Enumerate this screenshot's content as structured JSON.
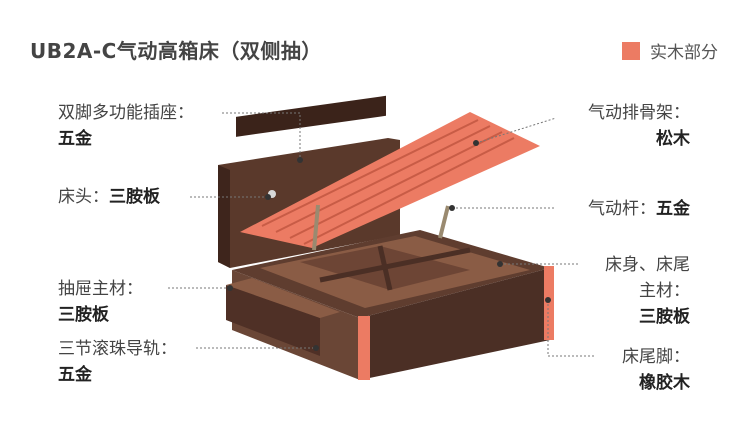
{
  "title": "UB2A-C气动高箱床（双侧抽）",
  "legend": {
    "label": "实木部分",
    "color": "#ec7b63"
  },
  "annotations": [
    {
      "id": "outlet",
      "label": "双脚多功能插座：",
      "value": "五金"
    },
    {
      "id": "headboard",
      "label": "床头：",
      "value": "三胺板"
    },
    {
      "id": "drawer",
      "label": "抽屉主材：",
      "value": "三胺板"
    },
    {
      "id": "rail",
      "label": "三节滚珠导轨：",
      "value": "五金"
    },
    {
      "id": "frame",
      "label": "气动排骨架：",
      "value": "松木"
    },
    {
      "id": "strut",
      "label": "气动杆：",
      "value": "五金"
    },
    {
      "id": "body",
      "label_line1": "床身、床尾",
      "label_line2": "主材：",
      "value": "三胺板"
    },
    {
      "id": "foot",
      "label": "床尾脚：",
      "value": "橡胶木"
    }
  ],
  "colors": {
    "wood_dark": "#4b2f25",
    "wood_mid": "#6a4636",
    "wood_light": "#8a5c45",
    "slat": "#ec7b63",
    "leader": "#777777"
  }
}
